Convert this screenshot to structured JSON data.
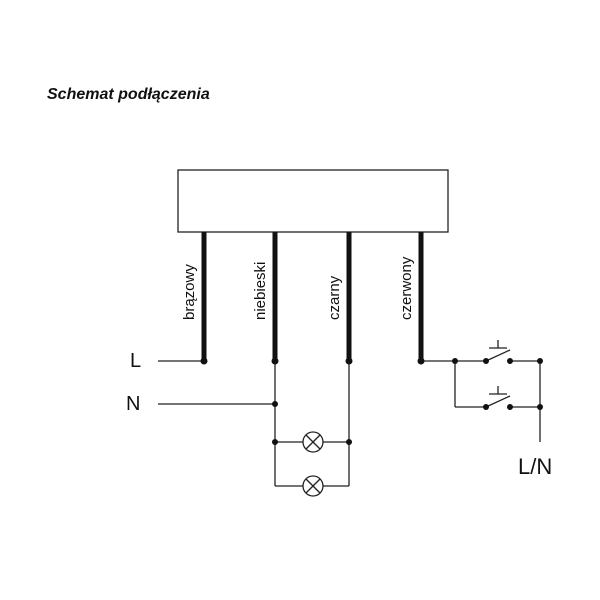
{
  "title": "Schemat podłączenia",
  "wires": {
    "brown": "brązowy",
    "blue": "niebieski",
    "black": "czarny",
    "red": "czerwony"
  },
  "terminals": {
    "live": "L",
    "neutral": "N",
    "live_or_neutral": "L/N"
  },
  "colors": {
    "line": "#222222",
    "lead": "#111111",
    "background": "#ffffff"
  },
  "components": {
    "lamp_icon": "lamp-icon",
    "pushbutton_icon": "pushbutton-icon"
  }
}
